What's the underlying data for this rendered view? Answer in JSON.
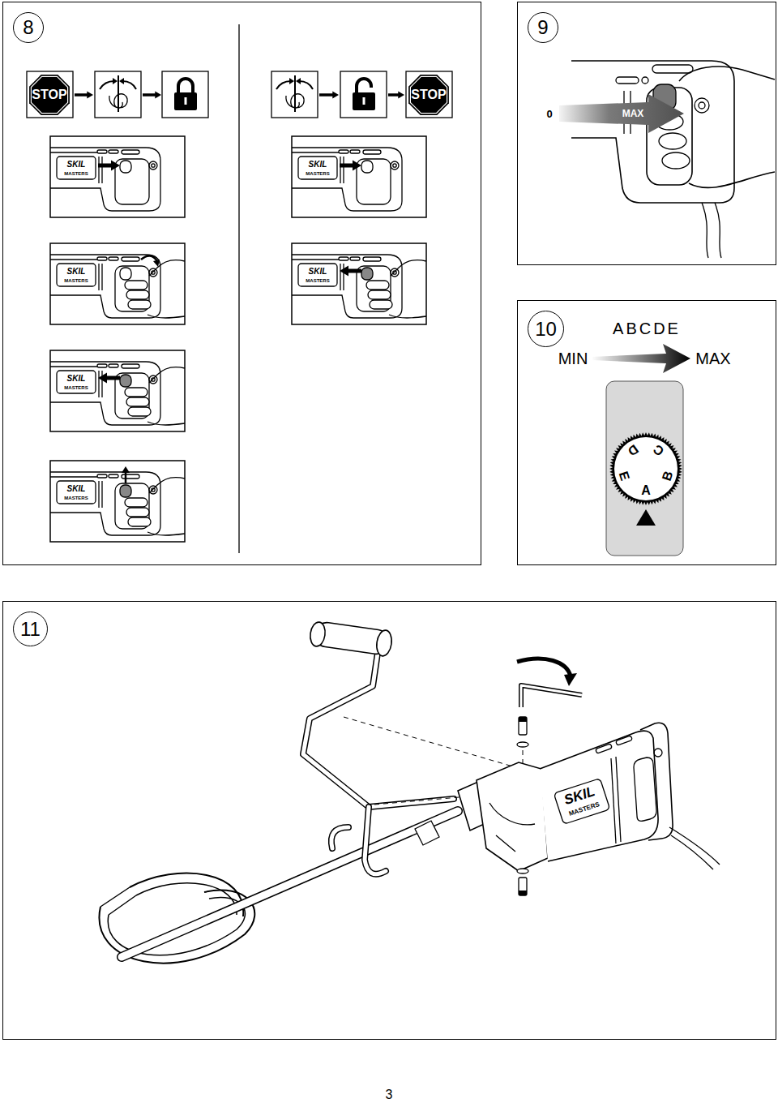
{
  "diagram": {
    "nodes": [
      {
        "text": [
          "8"
        ]
      },
      {
        "text": [
          "9"
        ]
      },
      {
        "text": [
          "10"
        ]
      },
      {
        "text": [
          "11"
        ]
      }
    ],
    "labels": [
      "STOP",
      "STOP",
      "SKIL",
      "MASTERS",
      "SKIL",
      "MASTERS",
      "SKIL",
      "MASTERS",
      "SKIL",
      "MASTERS",
      "SKIL",
      "MASTERS",
      "SKIL",
      "MASTERS",
      "0",
      "MAX",
      "ABCDE",
      "MIN",
      "MAX",
      "D",
      "C",
      "B",
      "A",
      "E",
      "SKIL",
      "MASTERS",
      "3"
    ]
  }
}
